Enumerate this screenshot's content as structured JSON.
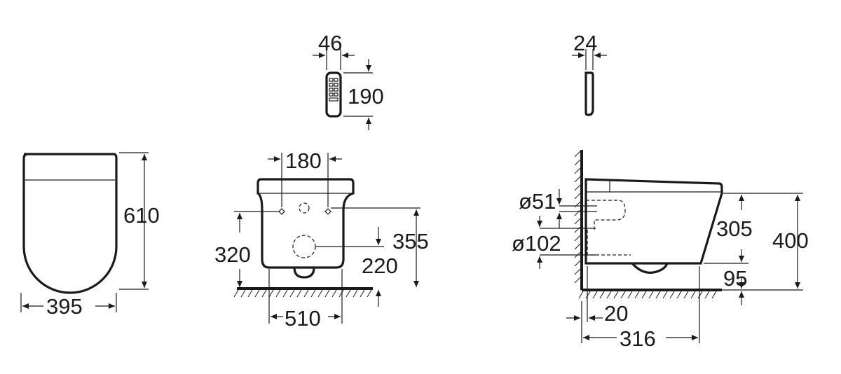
{
  "views": {
    "seat_top": {
      "width": "395",
      "depth": "610"
    },
    "remote_front": {
      "width": "46",
      "height": "190"
    },
    "remote_side": {
      "thickness": "24"
    },
    "front": {
      "fixing_centers": "180",
      "fixing_height": "320",
      "supply_height": "355",
      "waste_height": "220",
      "base_width": "510"
    },
    "side": {
      "supply_diameter": "ø51",
      "waste_diameter": "ø102",
      "rim_to_waste": "305",
      "total_height": "400",
      "outlet_height": "95",
      "wall_gap": "20",
      "projection": "316"
    }
  }
}
